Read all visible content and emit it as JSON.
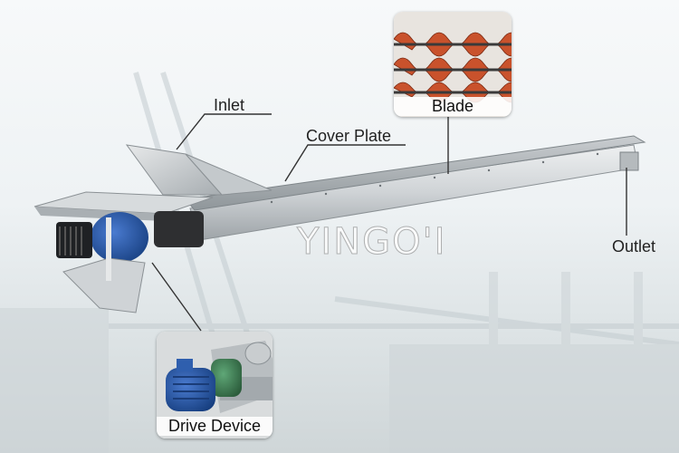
{
  "labels": {
    "inlet": "Inlet",
    "cover_plate": "Cover Plate",
    "blade": "Blade",
    "outlet": "Outlet",
    "drive_device": "Drive Device"
  },
  "watermark": "YINGO'I",
  "colors": {
    "steel_light": "#dfe2e4",
    "steel_mid": "#b9bec2",
    "steel_dark": "#8d9398",
    "blade_orange": "#c9522c",
    "motor_blue": "#2a5fae",
    "gearbox_green": "#3f7f55"
  }
}
